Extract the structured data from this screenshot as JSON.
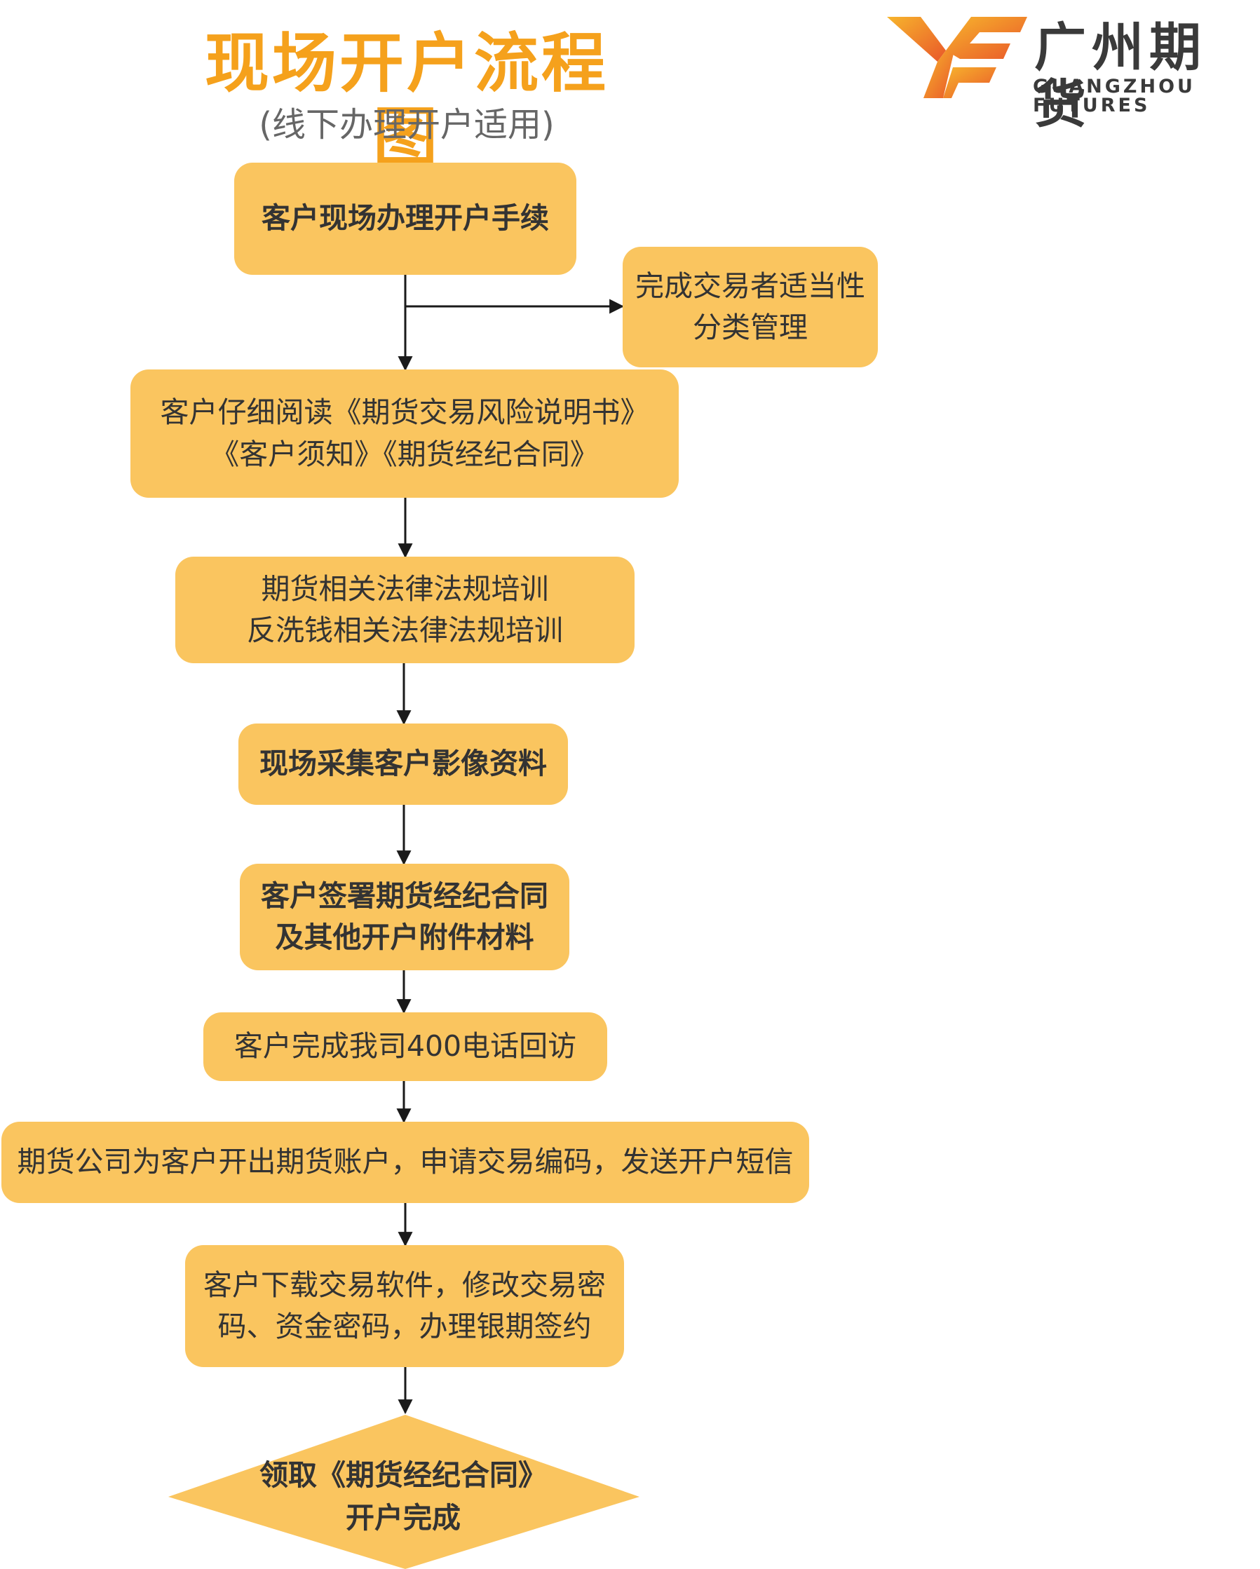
{
  "header": {
    "title": "现场开户流程图",
    "subtitle": "(线下办理开户适用)",
    "title_color": "#F5A11C",
    "subtitle_color": "#666666"
  },
  "logo": {
    "name_cn": "广州期货",
    "name_en": "GUANGZHOU FUTURES",
    "mark_icon": "ye-logo-icon",
    "mark_colors": [
      "#F7B52C",
      "#E9572A"
    ],
    "text_color": "#3A3A3A"
  },
  "colors": {
    "node_fill": "#FAC55F",
    "node_text": "#333333",
    "arrow": "#1A1A1A"
  },
  "flow": {
    "step1": "客户现场办理开户手续",
    "side_step": "完成交易者适当性\n分类管理",
    "step2": "客户仔细阅读《期货交易风险说明书》\n《客户须知》《期货经纪合同》",
    "step3": "期货相关法律法规培训\n反洗钱相关法律法规培训",
    "step4": "现场采集客户影像资料",
    "step5": "客户签署期货经纪合同\n及其他开户附件材料",
    "step6": "客户完成我司400电话回访",
    "step7": "期货公司为客户开出期货账户，申请交易编码，发送开户短信",
    "step8": "客户下载交易软件，修改交易密\n码、资金密码，办理银期签约",
    "final": "领取《期货经纪合同》\n开户完成"
  }
}
